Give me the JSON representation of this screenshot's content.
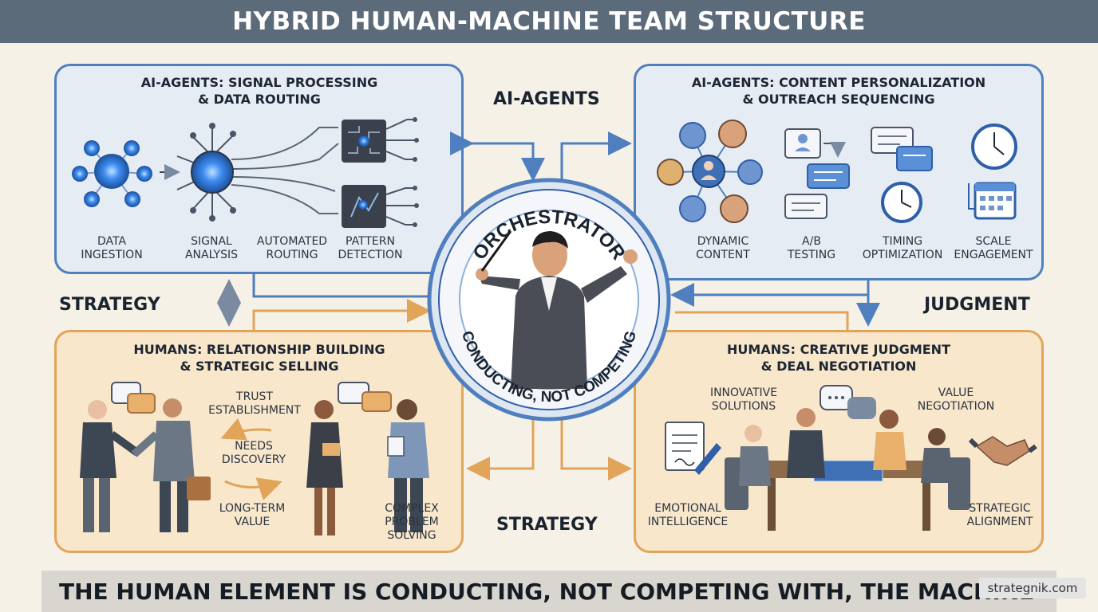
{
  "title": "HYBRID HUMAN-MACHINE TEAM STRUCTURE",
  "center": {
    "top_arc": "ORCHESTRATOR",
    "bottom_arc": "CONDUCTING, NOT COMPETING"
  },
  "labels": {
    "ai_agents": "AI-AGENTS",
    "strategy_left": "STRATEGY",
    "judgment": "JUDGMENT",
    "strategy_bottom": "STRATEGY"
  },
  "panels": {
    "top_left": {
      "title": "AI-AGENTS: SIGNAL PROCESSING\n& DATA ROUTING",
      "items": [
        "DATA\nINGESTION",
        "SIGNAL\nANALYSIS",
        "AUTOMATED\nROUTING",
        "PATTERN\nDETECTION"
      ]
    },
    "top_right": {
      "title": "AI-AGENTS: CONTENT PERSONALIZATION\n& OUTREACH SEQUENCING",
      "items": [
        "DYNAMIC\nCONTENT",
        "A/B\nTESTING",
        "TIMING\nOPTIMIZATION",
        "SCALE\nENGAGEMENT"
      ]
    },
    "bottom_left": {
      "title": "HUMANS: RELATIONSHIP BUILDING\n& STRATEGIC SELLING",
      "items": [
        "TRUST\nESTABLISHMENT",
        "NEEDS\nDISCOVERY",
        "LONG-TERM\nVALUE",
        "COMPLEX\nPROBLEM\nSOLVING"
      ]
    },
    "bottom_right": {
      "title": "HUMANS: CREATIVE JUDGMENT\n& DEAL NEGOTIATION",
      "items": [
        "INNOVATIVE\nSOLUTIONS",
        "VALUE\nNEGOTIATION",
        "EMOTIONAL\nINTELLIGENCE",
        "STRATEGIC\nALIGNMENT"
      ]
    }
  },
  "footer": "THE HUMAN ELEMENT IS CONDUCTING, NOT COMPETING WITH, THE MACHINE",
  "watermark": "strategnik.com",
  "colors": {
    "ai_blue": "#4f7fbf",
    "human_orange": "#e2a458",
    "title_bar": "#5c6b7a",
    "node_glow": "#3d8bf0"
  },
  "icons": [
    "network-node-icon",
    "chip-icon",
    "user-avatar-icon",
    "chat-bubble-icon",
    "clock-icon",
    "calendar-icon",
    "handshake-icon",
    "document-icon",
    "conductor-figure"
  ]
}
